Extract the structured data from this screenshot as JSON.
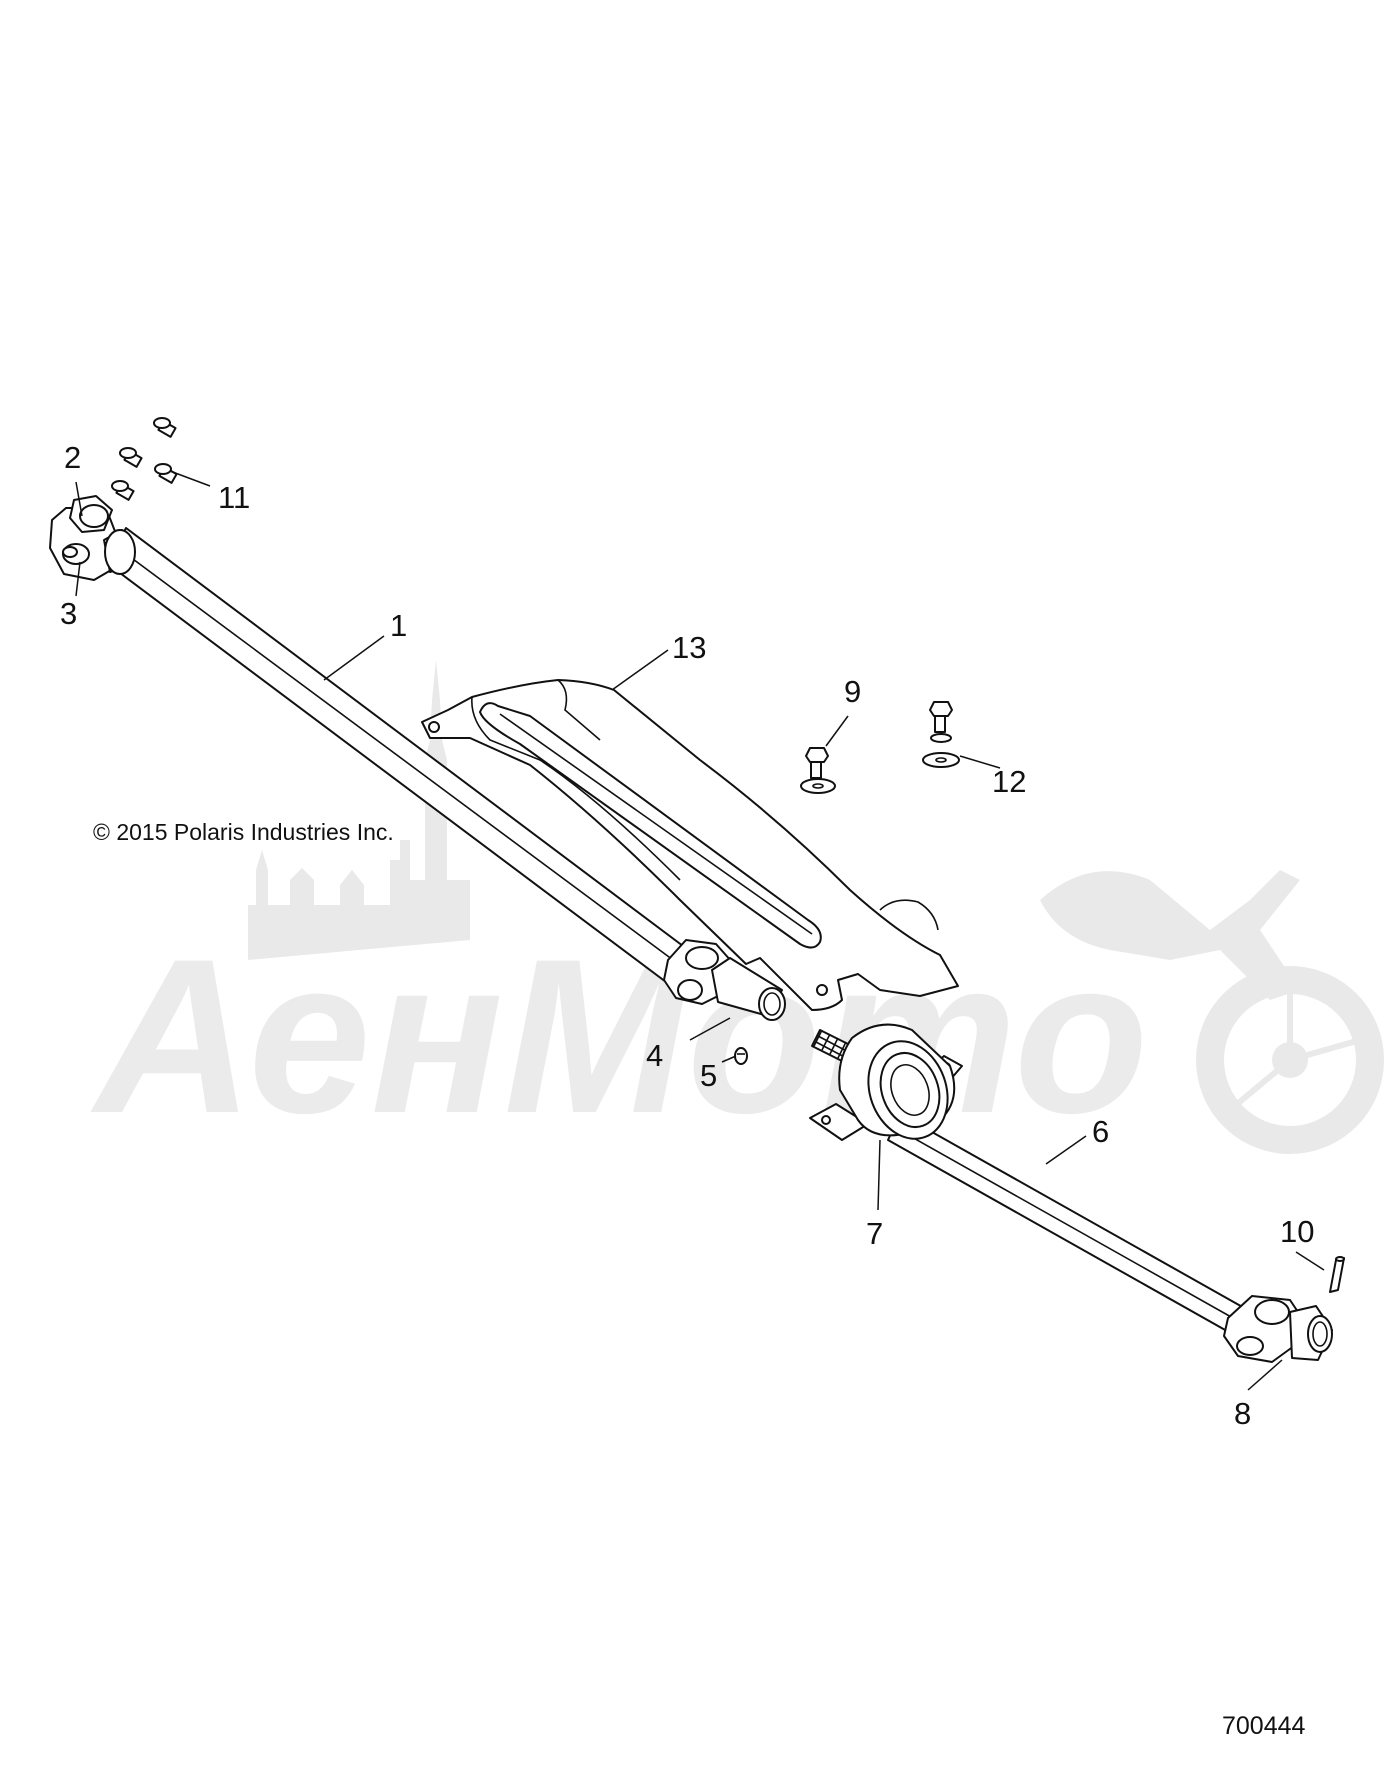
{
  "copyright": "© 2015 Polaris Industries Inc.",
  "reference_number": "700444",
  "callouts": [
    "1",
    "2",
    "3",
    "4",
    "5",
    "6",
    "7",
    "8",
    "9",
    "10",
    "11",
    "12",
    "13"
  ],
  "watermark": "АенМото",
  "colors": {
    "line": "#111111",
    "background": "#ffffff",
    "watermark": "#e9e9e9"
  }
}
